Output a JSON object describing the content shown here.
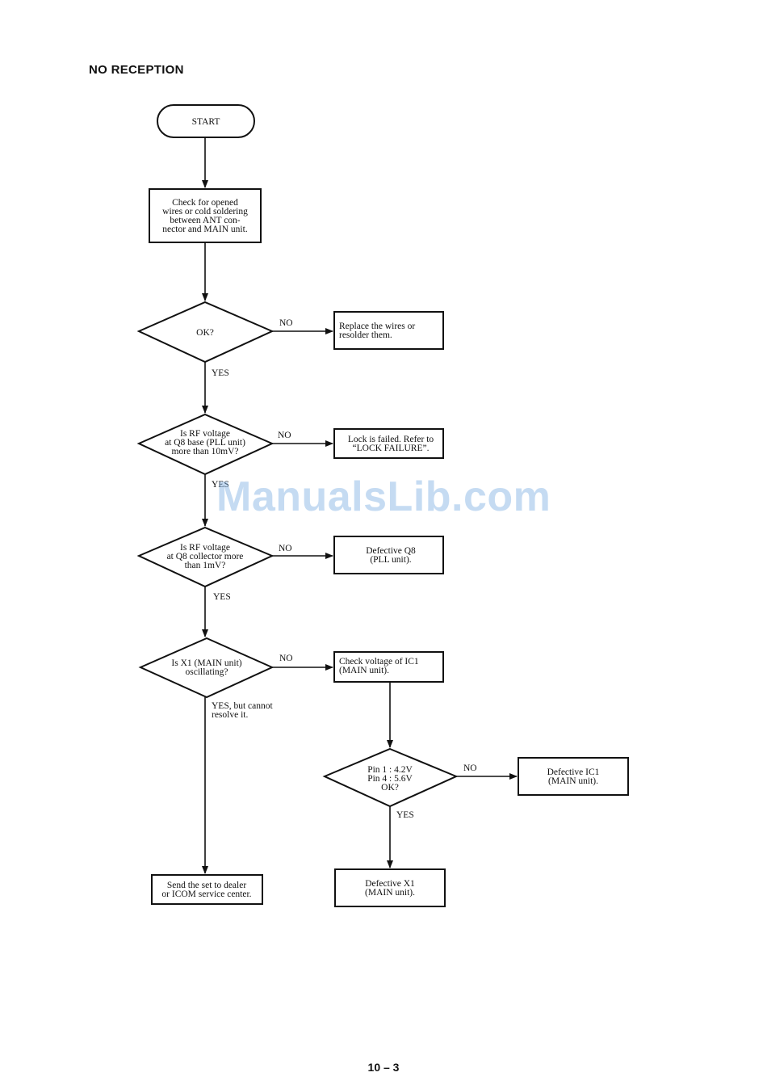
{
  "heading": "NO RECEPTION",
  "page_number": "10 – 3",
  "watermark": "ManualsLib.com",
  "nodes": {
    "start": "START",
    "check_wires": [
      "Check for opened",
      "wires or cold soldering",
      "between ANT con-",
      "nector and MAIN unit."
    ],
    "ok": "OK?",
    "replace": [
      "Replace the wires or",
      "resolder them."
    ],
    "rf_base": [
      "Is RF voltage",
      "at Q8 base (PLL unit)",
      "more than 10mV?"
    ],
    "lock_failed": [
      "Lock is failed. Refer to",
      "“LOCK FAILURE”."
    ],
    "rf_collector": [
      "Is RF voltage",
      "at Q8 collector more",
      "than 1mV?"
    ],
    "defective_q8": [
      "Defective Q8",
      "(PLL unit)."
    ],
    "x1_osc": [
      "Is X1 (MAIN unit)",
      "oscillating?"
    ],
    "check_ic1": [
      "Check voltage of IC1",
      "(MAIN unit)."
    ],
    "pins_ok": [
      "Pin 1 : 4.2V",
      "Pin 4 : 5.6V",
      "OK?"
    ],
    "defective_ic1": [
      "Defective IC1",
      "(MAIN unit)."
    ],
    "send_dealer": [
      "Send the set to dealer",
      "or ICOM service center."
    ],
    "defective_x1": [
      "Defective X1",
      "(MAIN unit)."
    ]
  },
  "labels": {
    "no1": "NO",
    "yes1": "YES",
    "no2": "NO",
    "yes2": "YES",
    "no3": "NO",
    "yes3": "YES",
    "no4": "NO",
    "yes4": [
      "YES, but cannot",
      "resolve it."
    ],
    "no5": "NO",
    "yes5": "YES"
  }
}
